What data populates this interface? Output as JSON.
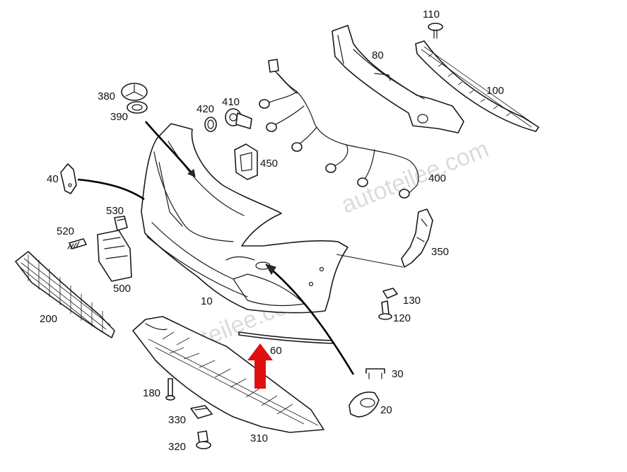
{
  "labels": {
    "p10": "10",
    "p20": "20",
    "p30": "30",
    "p40": "40",
    "p60": "60",
    "p80": "80",
    "p100": "100",
    "p110": "110",
    "p120": "120",
    "p130": "130",
    "p180": "180",
    "p200": "200",
    "p310": "310",
    "p320": "320",
    "p330": "330",
    "p350": "350",
    "p380": "380",
    "p390": "390",
    "p400": "400",
    "p410": "410",
    "p420": "420",
    "p450": "450",
    "p500": "500",
    "p520": "520",
    "p530": "530"
  },
  "colors": {
    "arrow": "#e01010",
    "line": "#1a1a1a",
    "watermark": "#d8d8d8"
  }
}
